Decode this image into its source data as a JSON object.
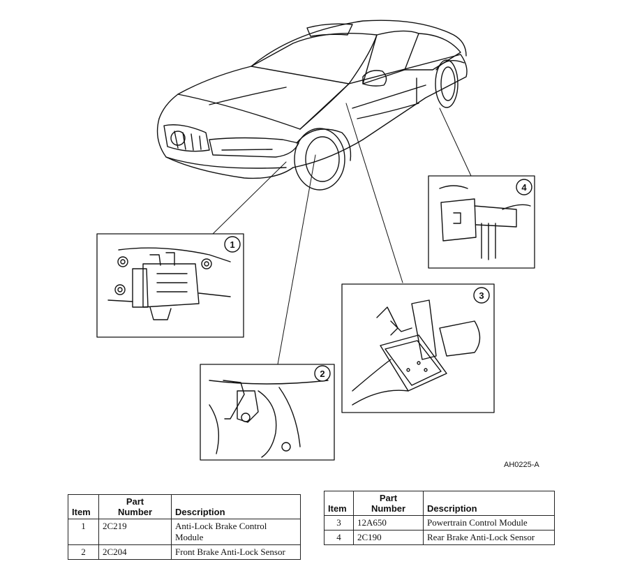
{
  "figure_code": "AH0225-A",
  "callouts": [
    "1",
    "2",
    "3",
    "4"
  ],
  "tables": [
    {
      "headers": {
        "item": "Item",
        "part_number": "Part\nNumber",
        "description": "Description"
      },
      "rows": [
        {
          "item": "1",
          "part_number": "2C219",
          "description": "Anti-Lock Brake Control Module"
        },
        {
          "item": "2",
          "part_number": "2C204",
          "description": "Front Brake Anti-Lock Sensor"
        }
      ]
    },
    {
      "headers": {
        "item": "Item",
        "part_number": "Part\nNumber",
        "description": "Description"
      },
      "rows": [
        {
          "item": "3",
          "part_number": "12A650",
          "description": "Powertrain Control Module"
        },
        {
          "item": "4",
          "part_number": "2C190",
          "description": "Rear Brake Anti-Lock Sensor"
        }
      ]
    }
  ]
}
